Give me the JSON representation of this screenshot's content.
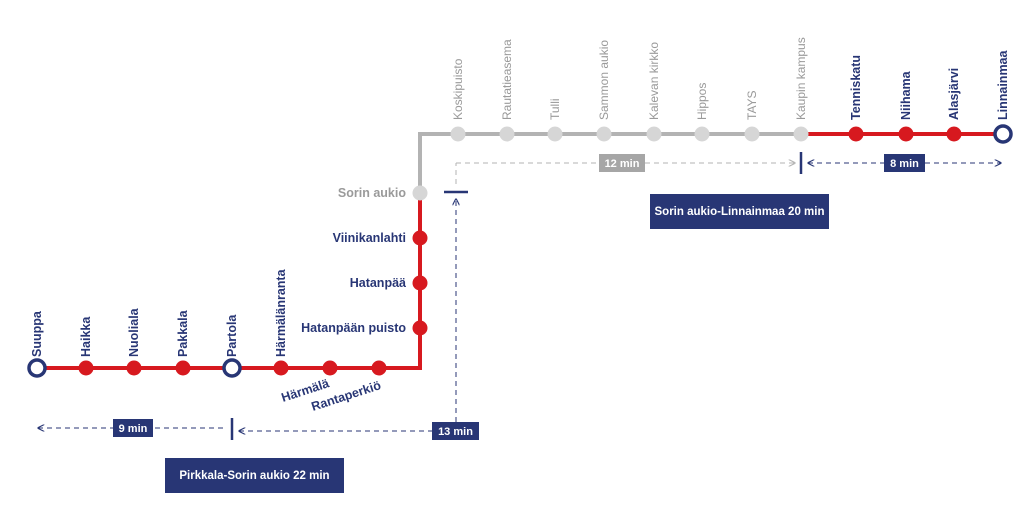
{
  "colors": {
    "red": "#d7191f",
    "navy": "#283675",
    "gray_line": "#b3b3b3",
    "gray_station": "#d6d6d6",
    "gray_text": "#9a9a9a",
    "gray_badge": "#a6a6a6"
  },
  "stations": {
    "suuppa": "Suuppa",
    "haikka": "Haikka",
    "nuoliala": "Nuoliala",
    "pakkala": "Pakkala",
    "partola": "Partola",
    "harmalanranta": "Härmälänranta",
    "harmala": "Härmälä",
    "rantaperkio": "Rantaperkiö",
    "hatanpaan_puisto": "Hatanpään puisto",
    "hatanpaa": "Hatanpää",
    "viinikanlahti": "Viinikanlahti",
    "sorin_aukio": "Sorin aukio",
    "koskipuisto": "Koskipuisto",
    "rautatieasema": "Rautatieasema",
    "tulli": "Tulli",
    "sammon_aukio": "Sammon aukio",
    "kalevan_kirkko": "Kalevan kirkko",
    "hippos": "Hippos",
    "tays": "TAYS",
    "kaupin_kampus": "Kaupin kampus",
    "tenniskatu": "Tenniskatu",
    "niihama": "Niihama",
    "alasjarvi": "Alasjärvi",
    "linnainmaa": "Linnainmaa"
  },
  "durations": {
    "suuppa_partola": "9 min",
    "partola_sorin": "13 min",
    "sorin_kaupin": "12 min",
    "kaupin_linnainmaa": "8 min"
  },
  "routes": {
    "pirkkala_sorin": "Pirkkala-Sorin aukio 22 min",
    "sorin_linnainmaa": "Sorin aukio-Linnainmaa 20 min"
  }
}
